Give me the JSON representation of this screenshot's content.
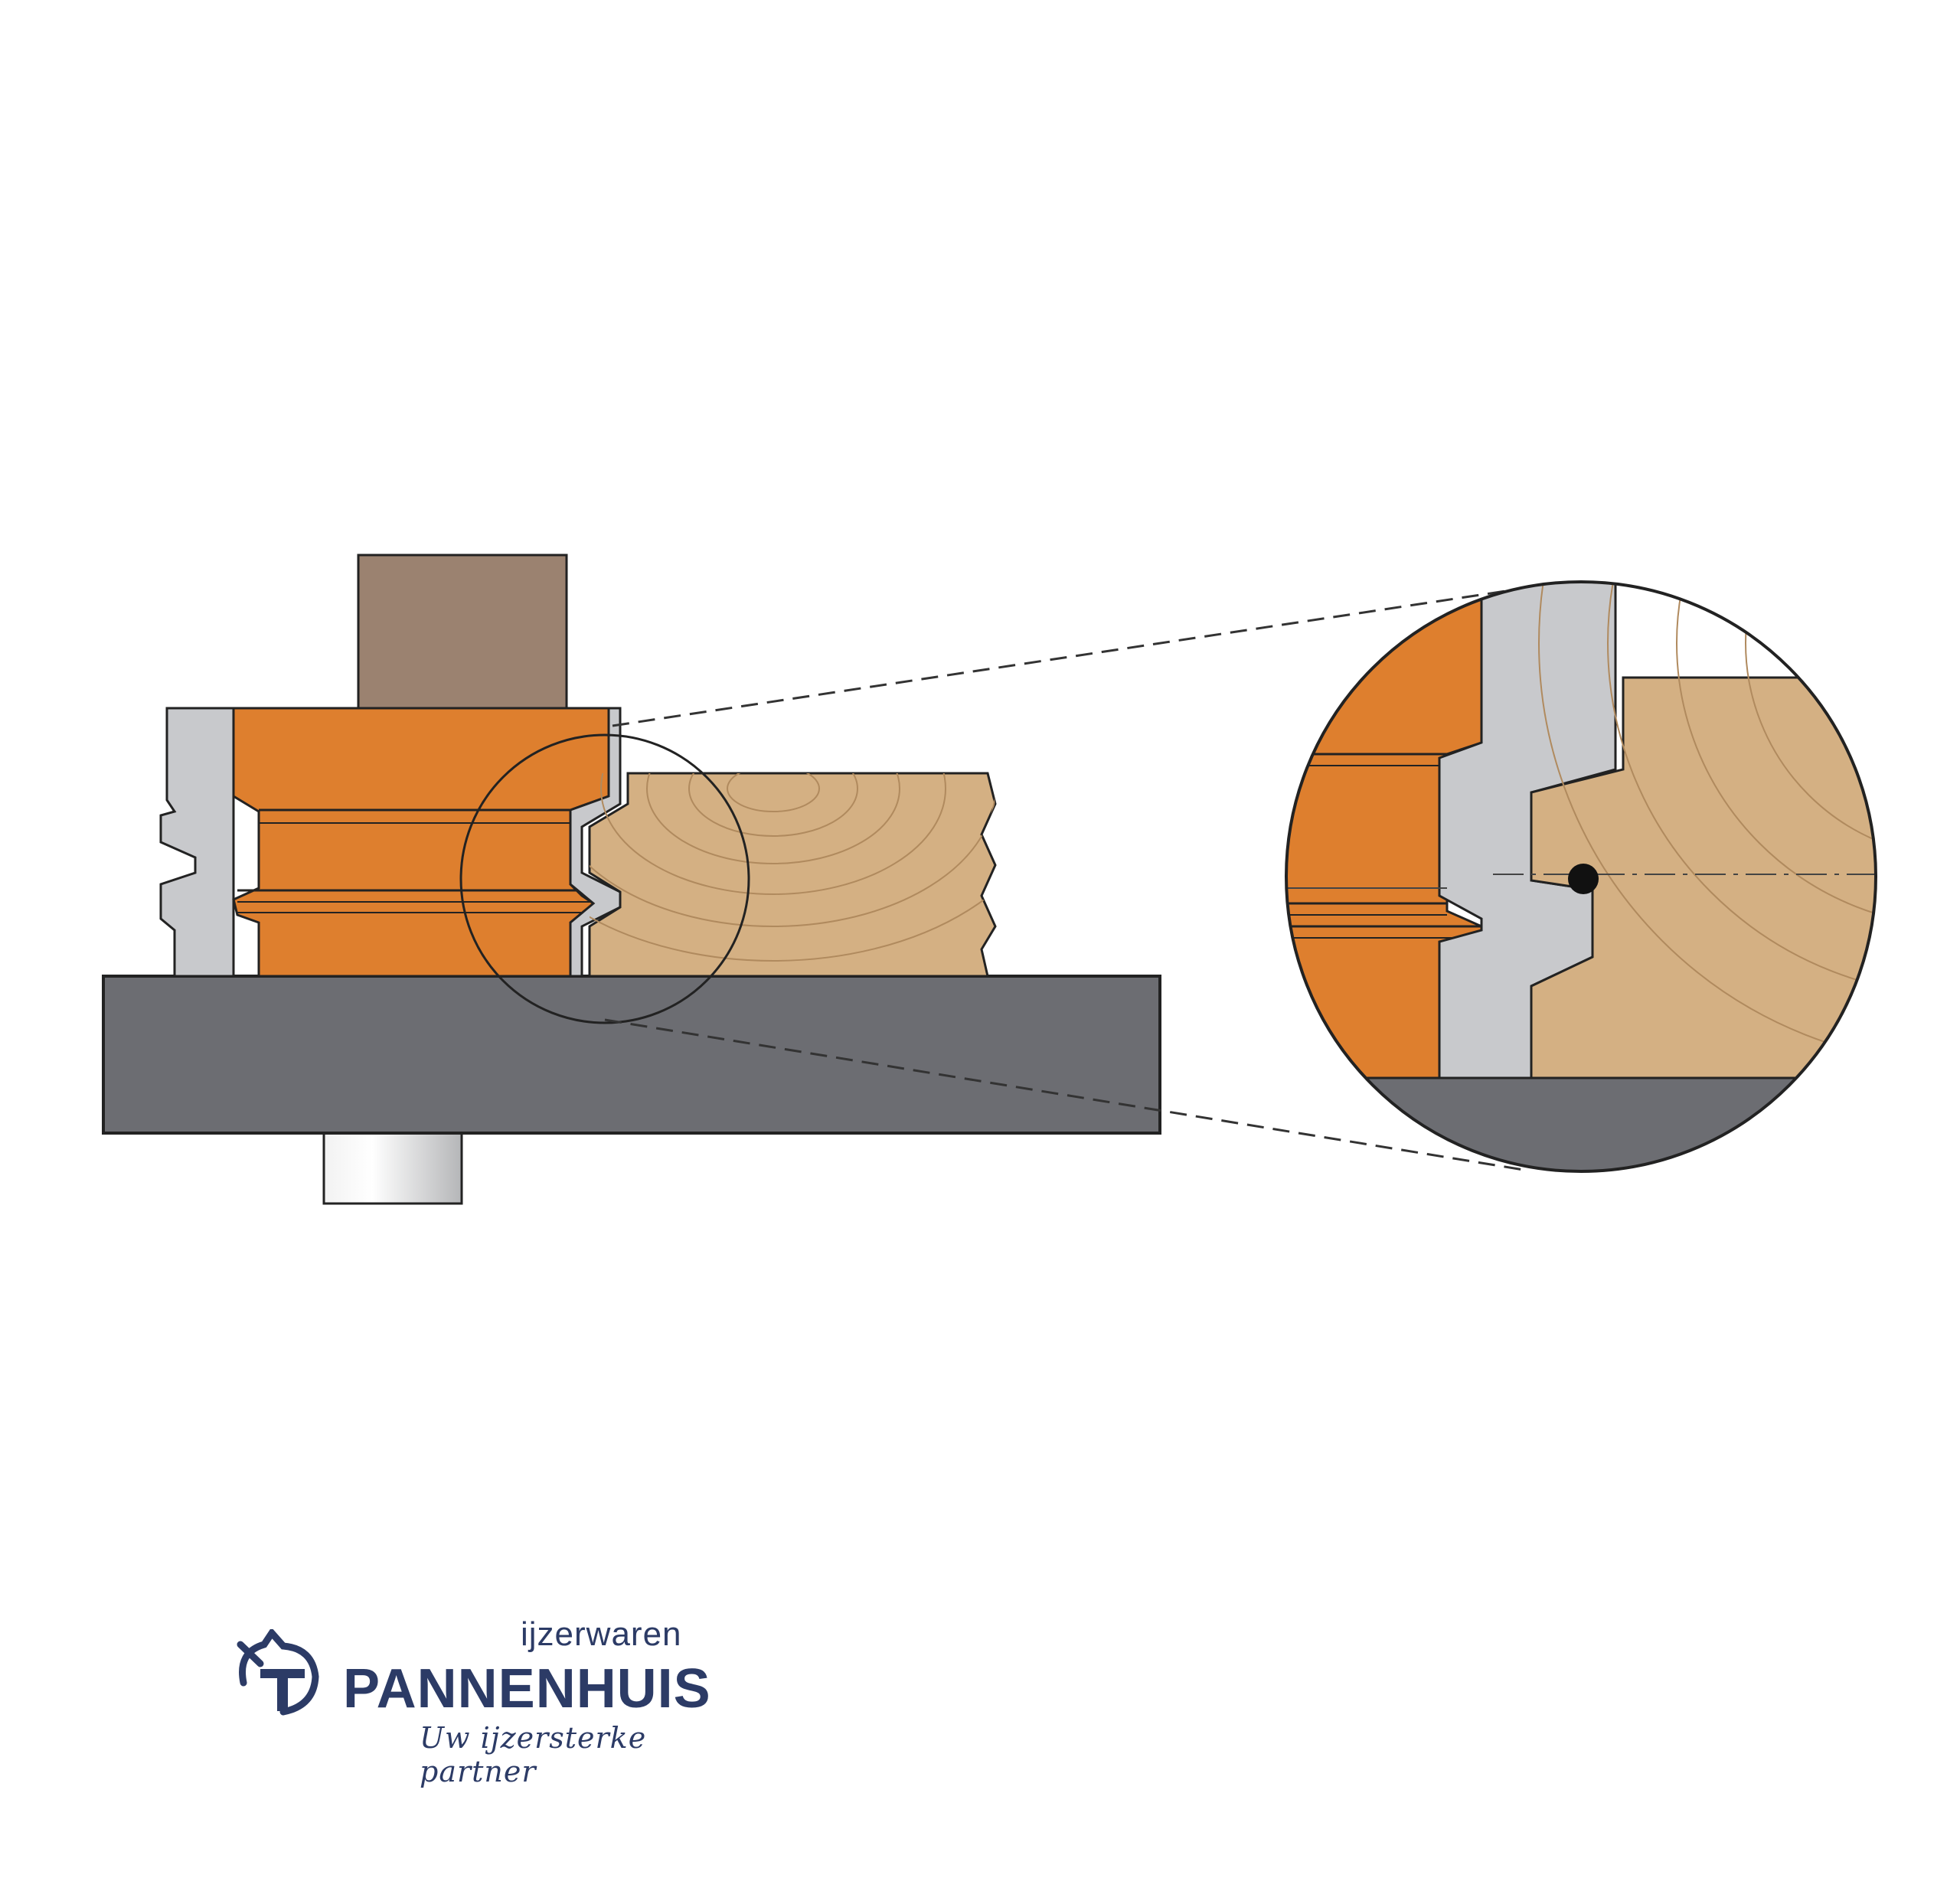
{
  "colors": {
    "orange": "#de7f2e",
    "cutter_gray": "#c8c9cc",
    "wood": "#d4b083",
    "wood_grain": "#b08a5e",
    "table": "#6c6d72",
    "shank_brown": "#9b8270",
    "outline": "#222222",
    "brand_blue": "#2c3b66"
  },
  "logo": {
    "top": "ijzerwaren",
    "main": "PANNENHUIS",
    "tagline": "Uw ijzersterke partner"
  },
  "icons": [
    "tool-holder-logo-icon"
  ]
}
